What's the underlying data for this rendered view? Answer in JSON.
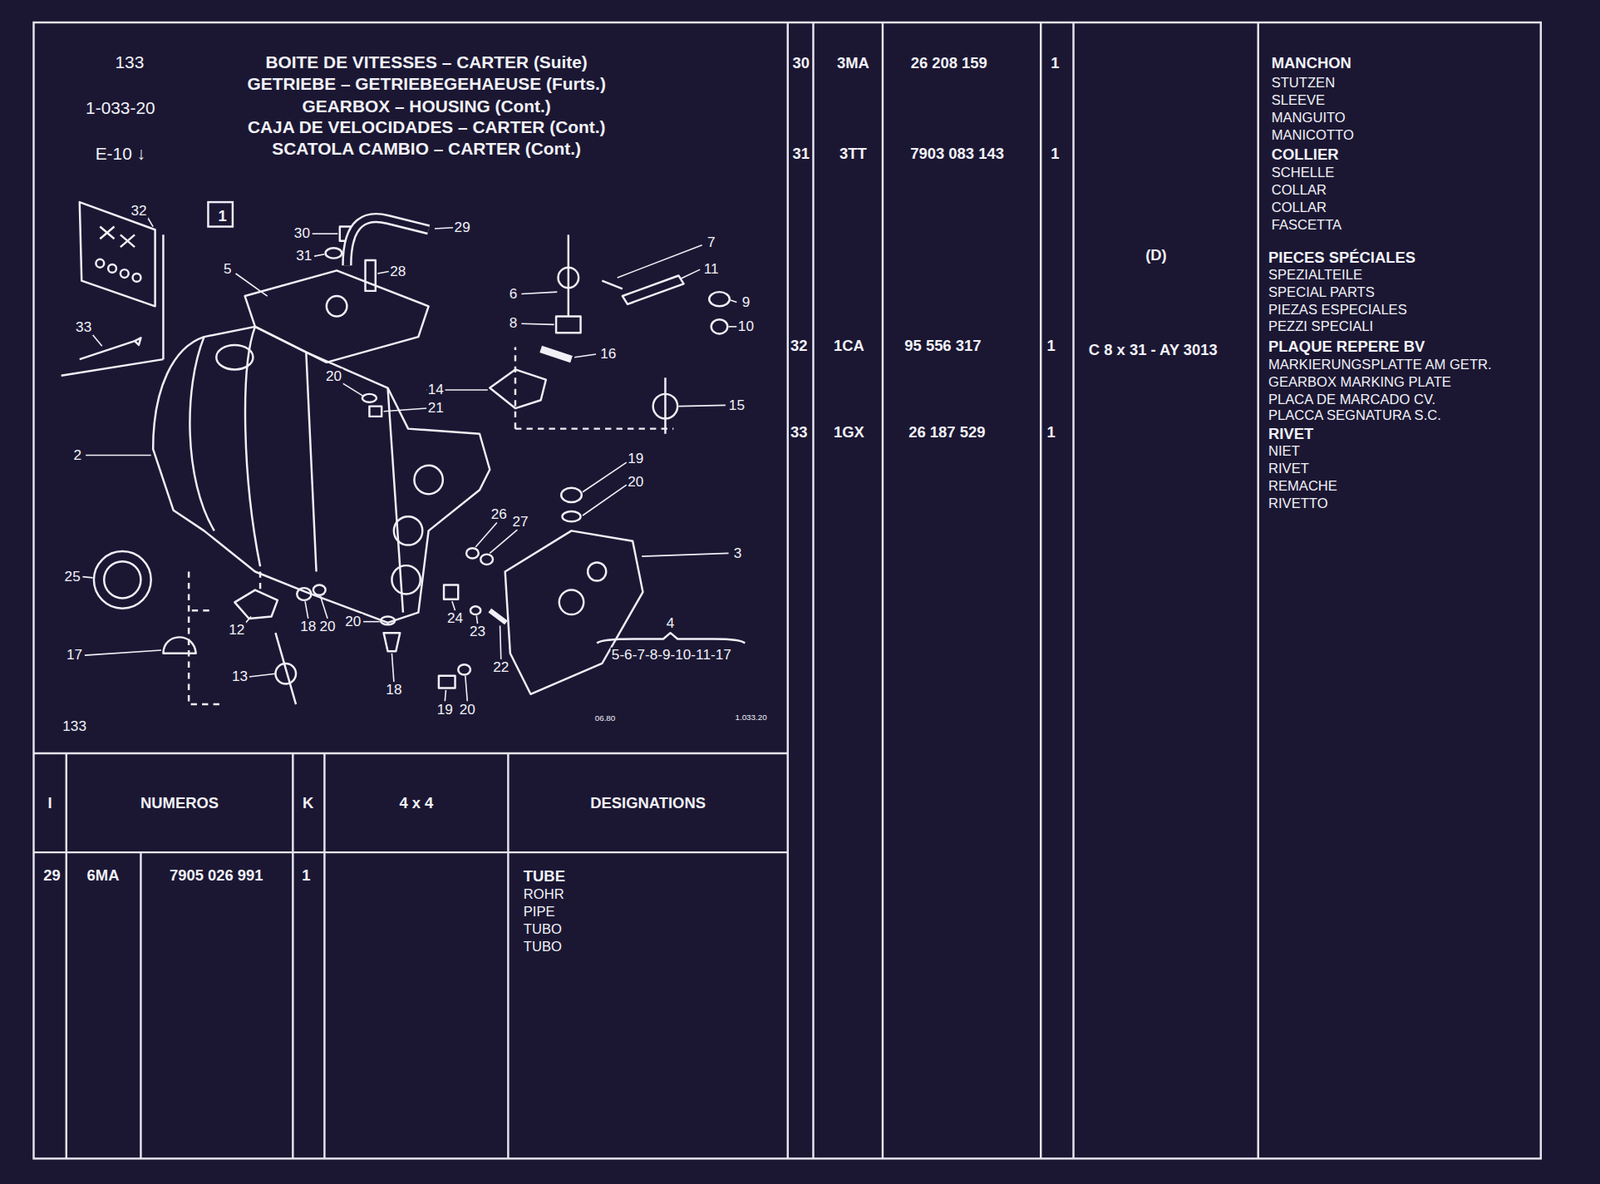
{
  "diagram": {
    "nodes": [
      {
        "text": [
          "133",
          "1-033-20",
          "E-10 ↓",
          "BOITE DE VITESSES – CARTER (Suite)",
          "GETRIEBE – GETRIEBEGEHAEUSE (Furts.)",
          "GEARBOX – HOUSING (Cont.)",
          "CAJA DE VELOCIDADES – CARTER (Cont.)",
          "SCATOLA CAMBIO – CARTER (Cont.)"
        ]
      },
      {
        "text": [
          "1"
        ]
      }
    ],
    "labels": [
      "32",
      "30",
      "29",
      "31",
      "28",
      "5",
      "7",
      "11",
      "9",
      "10",
      "6",
      "8",
      "16",
      "33",
      "20",
      "14",
      "21",
      "15",
      "2",
      "19",
      "20",
      "26",
      "27",
      "3",
      "25",
      "4",
      "5-6-7-8-9-10-11-17",
      "24",
      "23",
      "22",
      "12",
      "18",
      "20",
      "20",
      "17",
      "13",
      "18",
      "19",
      "20",
      "133",
      "06.80",
      "1.033.20",
      "I",
      "NUMEROS",
      "K",
      "4 x 4",
      "DESIGNATIONS",
      "29",
      "6MA",
      "7905 026 991",
      "1",
      "TUBE",
      "ROHR",
      "PIPE",
      "TUBO",
      "TUBO",
      "30",
      "3MA",
      "26 208 159",
      "1",
      "MANCHON",
      "STUTZEN",
      "SLEEVE",
      "MANGUITO",
      "MANICOTTO",
      "31",
      "3TT",
      "7903 083 143",
      "1",
      "COLLIER",
      "SCHELLE",
      "COLLAR",
      "COLLAR",
      "FASCETTA",
      "(D)",
      "PIECES SPÉCIALES",
      "SPEZIALTEILE",
      "SPECIAL PARTS",
      "PIEZAS ESPECIALES",
      "PEZZI SPECIALI",
      "32",
      "1CA",
      "95 556 317",
      "1",
      "C 8 x 31 - AY 3013",
      "PLAQUE REPERE BV",
      "MARKIERUNGSPLATTE AM GETR.",
      "GEARBOX MARKING PLATE",
      "PLACA DE MARCADO CV.",
      "PLACCA SEGNATURA S.C.",
      "33",
      "1GX",
      "26 187 529",
      "1",
      "RIVET",
      "NIET",
      "RIVET",
      "REMACHE",
      "RIVETTO"
    ]
  }
}
